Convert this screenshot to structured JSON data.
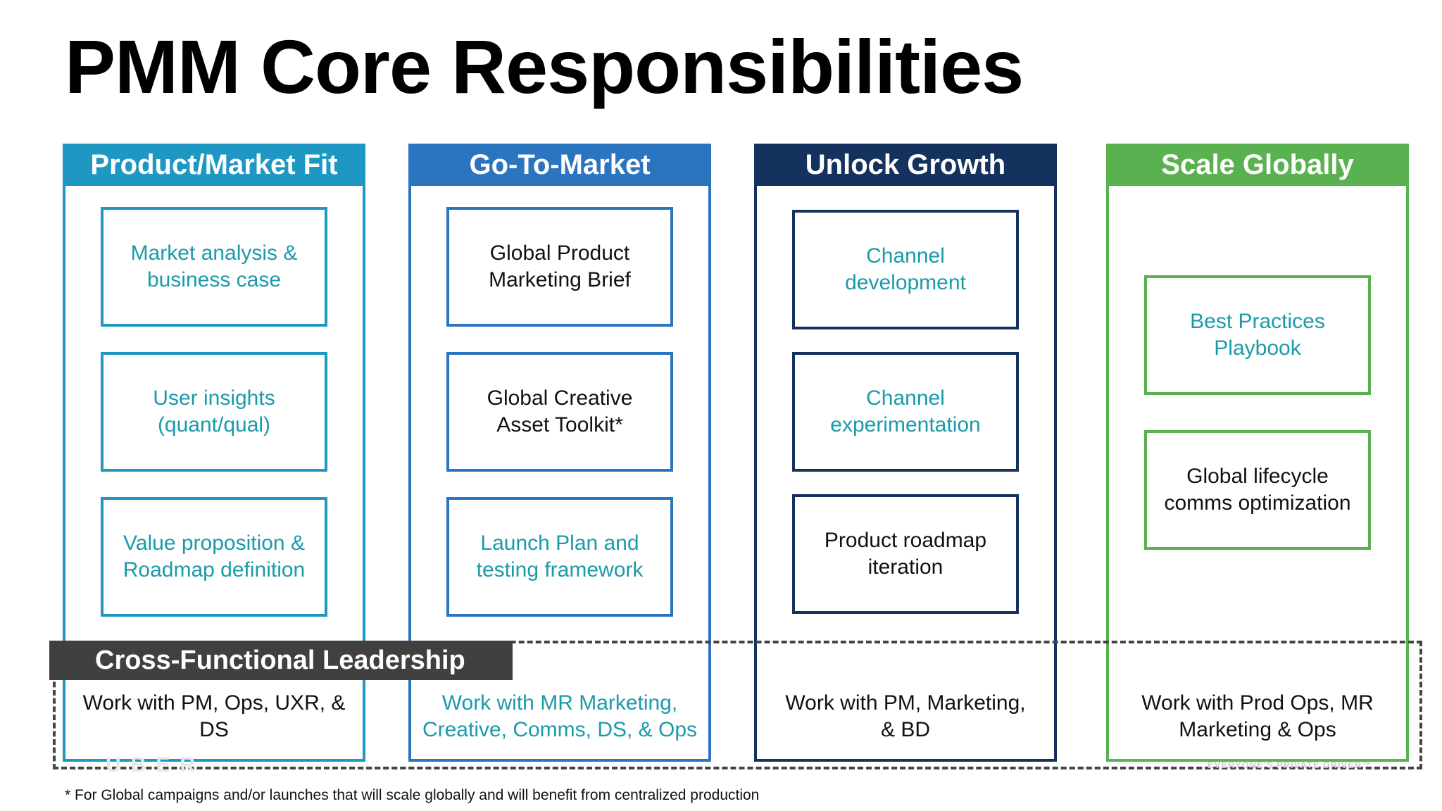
{
  "title": "PMM Core Responsibilities",
  "columns": [
    {
      "header": "Product/Market Fit",
      "color": "#1f97c3",
      "items": [
        [
          "Market analysis &",
          "business case"
        ],
        [
          "User insights",
          "(quant/qual)"
        ],
        [
          "Value proposition &",
          "Roadmap definition"
        ]
      ],
      "footer": [
        "Work with PM, Ops, UXR, &",
        "DS"
      ]
    },
    {
      "header": "Go-To-Market",
      "color": "#2a74c0",
      "items": [
        [
          "Global Product",
          "Marketing Brief"
        ],
        [
          "Global Creative",
          "Asset Toolkit*"
        ],
        [
          "Launch Plan and",
          "testing framework"
        ]
      ],
      "footer": [
        "Work with MR Marketing,",
        "Creative, Comms, DS, & Ops"
      ]
    },
    {
      "header": "Unlock Growth",
      "color": "#15325f",
      "items": [
        [
          "Channel",
          "development"
        ],
        [
          "Channel",
          "experimentation"
        ],
        [
          "Product roadmap",
          "iteration"
        ]
      ],
      "footer": [
        "Work with PM, Marketing,",
        "& BD"
      ]
    },
    {
      "header": "Scale Globally",
      "color": "#59b14f",
      "items": [
        [
          "Best Practices",
          "Playbook"
        ],
        [
          "Global lifecycle",
          "comms optimization"
        ]
      ],
      "footer": [
        "Work with Prod Ops, MR",
        "Marketing & Ops"
      ]
    }
  ],
  "cross_functional_label": "Cross-Functional Leadership",
  "footnote": "* For Global campaigns and/or launches that will scale globally and will benefit from centralized production",
  "watermark_left": "UBER",
  "watermark_right": "EVERYONE'S PRIVATE DRIVER™"
}
